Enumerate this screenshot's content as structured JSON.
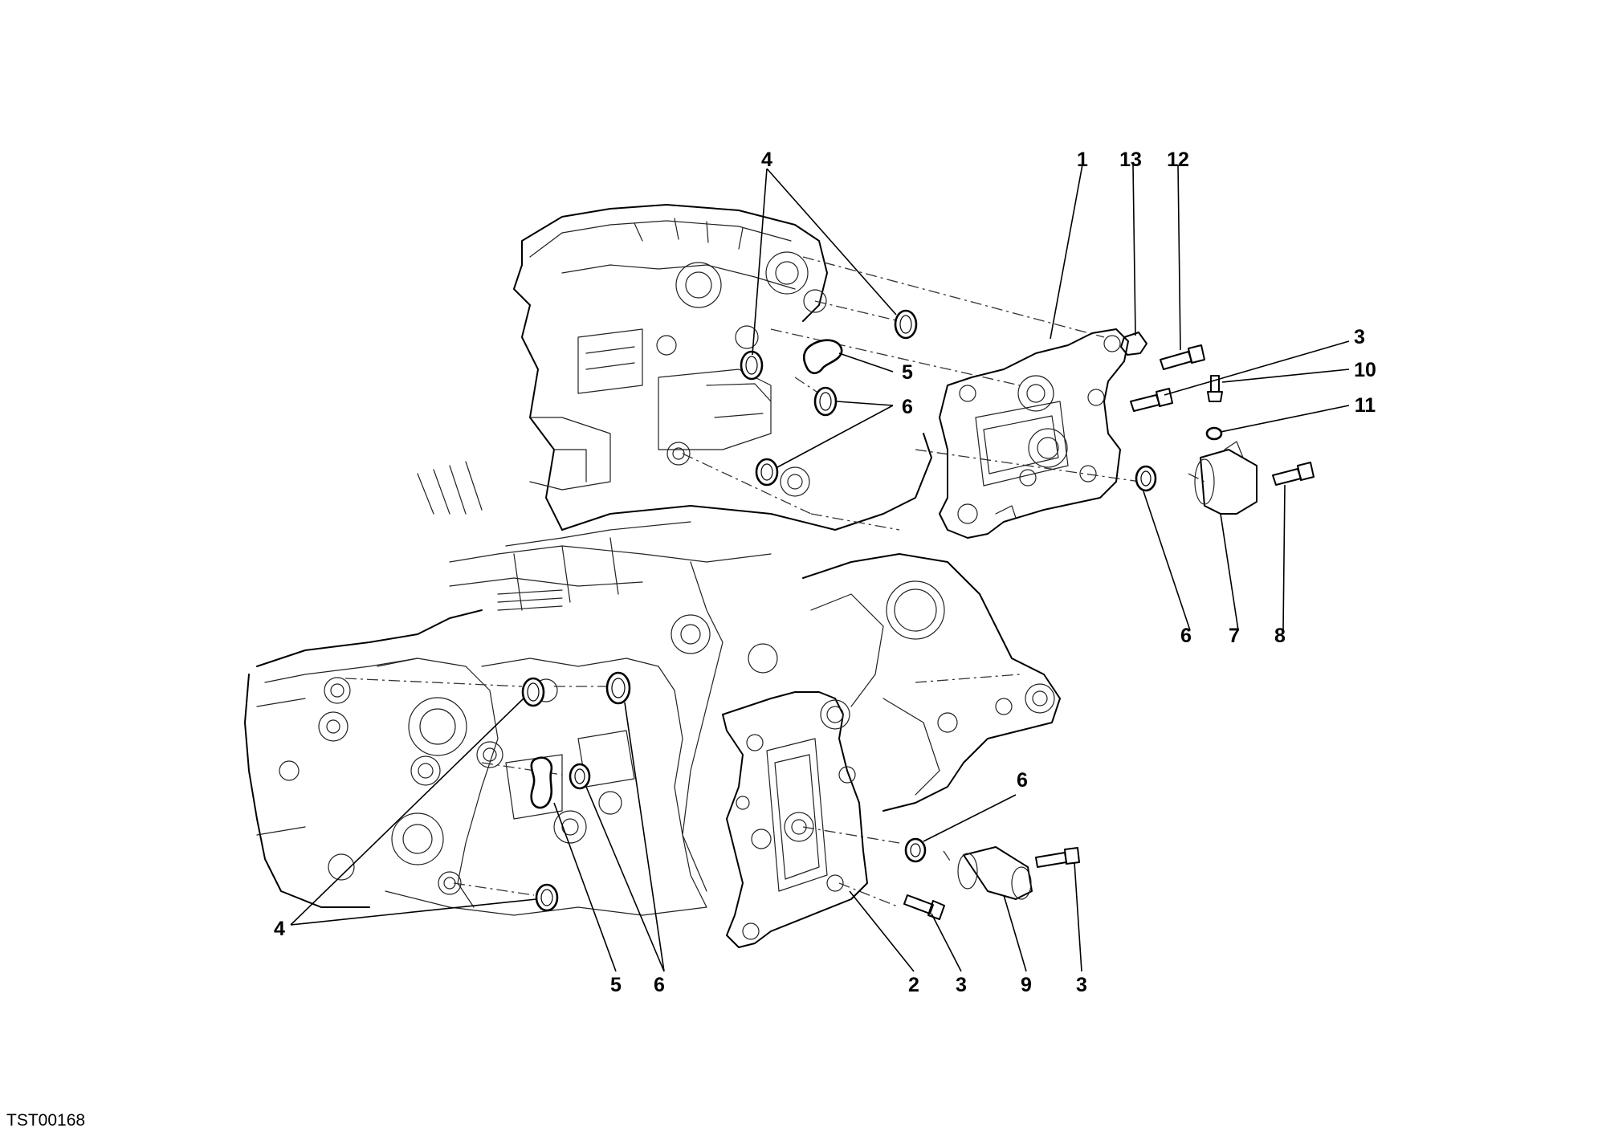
{
  "drawing_code": "TST00168",
  "callouts": [
    {
      "label": "4"
    },
    {
      "label": "1"
    },
    {
      "label": "13"
    },
    {
      "label": "12"
    },
    {
      "label": "5"
    },
    {
      "label": "6"
    },
    {
      "label": "3"
    },
    {
      "label": "10"
    },
    {
      "label": "11"
    },
    {
      "label": "6"
    },
    {
      "label": "7"
    },
    {
      "label": "8"
    },
    {
      "label": "6"
    },
    {
      "label": "4"
    },
    {
      "label": "5"
    },
    {
      "label": "6"
    },
    {
      "label": "2"
    },
    {
      "label": "3"
    },
    {
      "label": "9"
    },
    {
      "label": "3"
    }
  ]
}
